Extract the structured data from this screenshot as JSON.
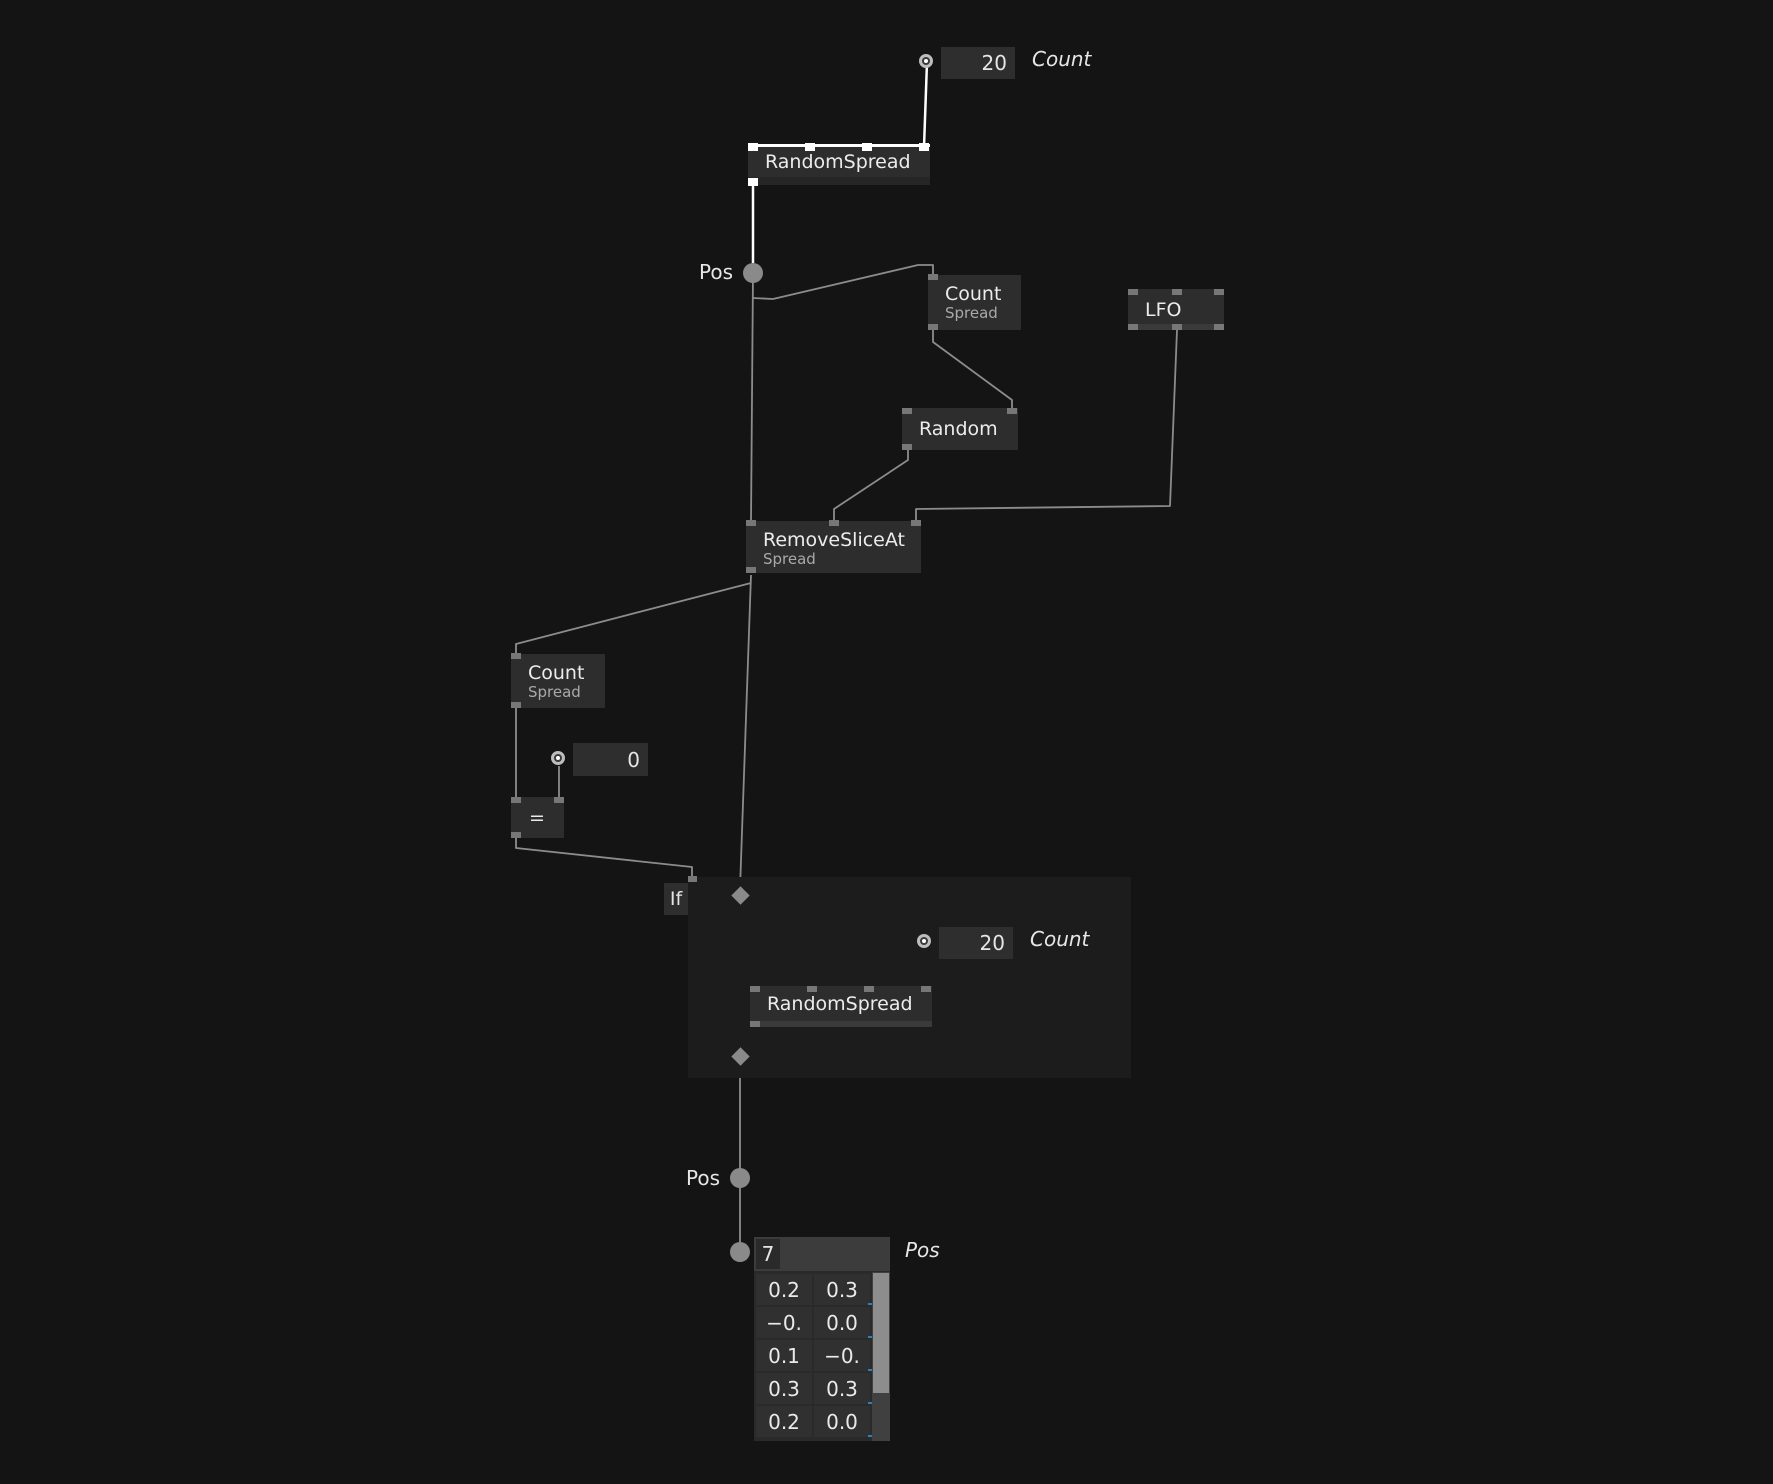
{
  "iobox_top": {
    "value": "20",
    "label": "Count"
  },
  "random_spread_top": {
    "title": "RandomSpread"
  },
  "pos_top": {
    "label": "Pos"
  },
  "count_node_1": {
    "title": "Count",
    "category": "Spread"
  },
  "lfo_node": {
    "title": "LFO"
  },
  "random_node": {
    "title": "Random"
  },
  "remove_slice": {
    "title": "RemoveSliceAt",
    "category": "Spread"
  },
  "count_node_2": {
    "title": "Count",
    "category": "Spread"
  },
  "iobox_zero": {
    "value": "0"
  },
  "equals_node": {
    "title": "="
  },
  "if_region": {
    "label": "If"
  },
  "iobox_inner": {
    "value": "20",
    "label": "Count"
  },
  "random_spread_inner": {
    "title": "RandomSpread"
  },
  "pos_bottom": {
    "label": "Pos"
  },
  "spread_table": {
    "count": "7",
    "label": "Pos",
    "rows": [
      [
        "0.2",
        "0.3"
      ],
      [
        "−0.",
        "0.0"
      ],
      [
        "0.1",
        "−0."
      ],
      [
        "0.3",
        "0.3"
      ],
      [
        "0.2",
        "0.0"
      ]
    ]
  },
  "colors": {
    "background": "#141414",
    "node": "#2d2d2d",
    "active_link": "#ffffff",
    "link": "#8c8c8c",
    "tick": "#2f7fb8"
  }
}
